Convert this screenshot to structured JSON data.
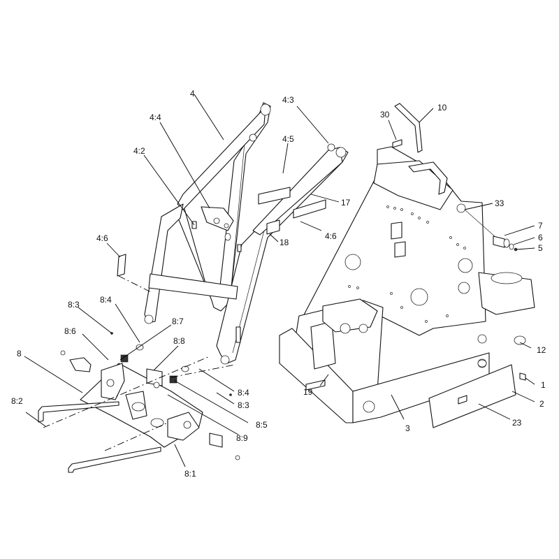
{
  "diagram": {
    "labels": {
      "p4": "4",
      "p4_3": "4:3",
      "p30": "30",
      "p10": "10",
      "p4_4": "4:4",
      "p4_5": "4:5",
      "p4_2": "4:2",
      "p17": "17",
      "p33": "33",
      "p7": "7",
      "p6": "6",
      "p5": "5",
      "p4_6a": "4:6",
      "p4_6b": "4:6",
      "p18": "18",
      "p8_3a": "8:3",
      "p8_4a": "8:4",
      "p8_7": "8:7",
      "p8_6": "8:6",
      "p8_8": "8:8",
      "p8": "8",
      "p12": "12",
      "p8_4b": "8:4",
      "p8_3b": "8:3",
      "p8_2": "8:2",
      "p19": "19",
      "p8_5": "8:5",
      "p8_9": "8:9",
      "p1": "1",
      "p2": "2",
      "p3": "3",
      "p23": "23",
      "p8_1": "8:1"
    }
  }
}
